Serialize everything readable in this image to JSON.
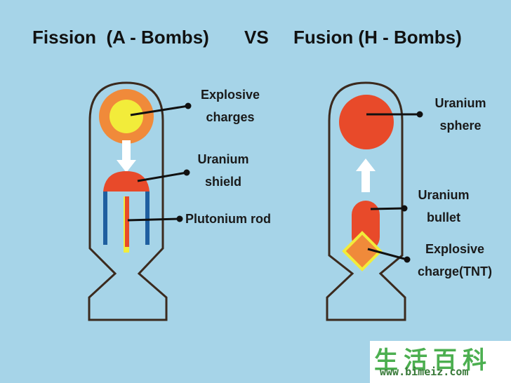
{
  "title": {
    "fission": "Fission  (A - Bombs)",
    "vs": "VS",
    "fusion": "Fusion (H - Bombs)"
  },
  "left_labels": {
    "explosive_1": "Explosive",
    "explosive_2": "charges",
    "uranium_1": "Uranium",
    "uranium_2": "shield",
    "plutonium": "Plutonium rod"
  },
  "right_labels": {
    "sphere_1": "Uranium",
    "sphere_2": "sphere",
    "bullet_1": "Uranium",
    "bullet_2": "bullet",
    "tnt_1": "Explosive",
    "tnt_2": "charge(TNT)"
  },
  "watermark": {
    "chinese": "生活百科",
    "url": "www.bimeiz.com"
  },
  "colors": {
    "background": "#a6d4e8",
    "outline": "#3b2a1e",
    "orange": "#f08a3a",
    "yellow": "#f2ec3a",
    "red": "#e84a2a",
    "blue": "#1f5fa0",
    "white": "#ffffff"
  }
}
